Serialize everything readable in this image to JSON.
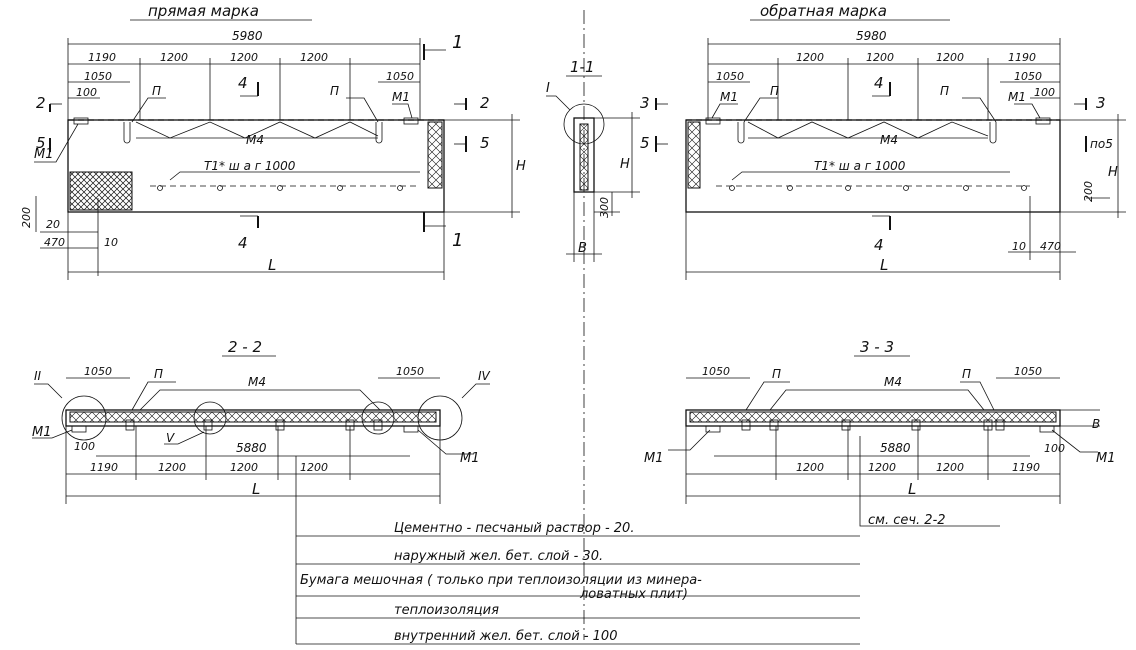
{
  "views": {
    "front": {
      "title": "прямая    марка"
    },
    "back": {
      "title": "обратная    марка"
    }
  },
  "section_titles": {
    "s11": "1-1",
    "s22": "2 - 2",
    "s33": "3 - 3"
  },
  "dims": {
    "total_length": "5980",
    "inner_length": "5880",
    "end_segment": "1190",
    "segment": "1200",
    "hook_offset": "1050",
    "small_offset": "100",
    "support_height": "200",
    "gap_20": "20",
    "width_470": "470",
    "width_10": "10",
    "height_300": "300",
    "po5": "по5"
  },
  "labels": {
    "L": "L",
    "H": "H",
    "B": "В",
    "P": "П",
    "M1": "М1",
    "M4": "М4",
    "T1": "Т1* ш а г 1000",
    "cut1": "1",
    "cut2": "2",
    "cut3": "3",
    "cut4": "4",
    "cut5": "5",
    "node_I": "I",
    "node_II": "II",
    "node_IV": "IV",
    "node_V": "V",
    "see_section": "см. сеч. 2-2"
  },
  "layers": [
    "Цементно  -  песчаный    раствор  -  20.",
    "наружный    жел. бет. слой    -     30.",
    "Бумага мешочная  ( только  при  теплоизоляции  из  минера-",
    "ловатных    плит)",
    "теплоизоляция",
    "внутренний    жел. бет.  слой  - 100"
  ]
}
